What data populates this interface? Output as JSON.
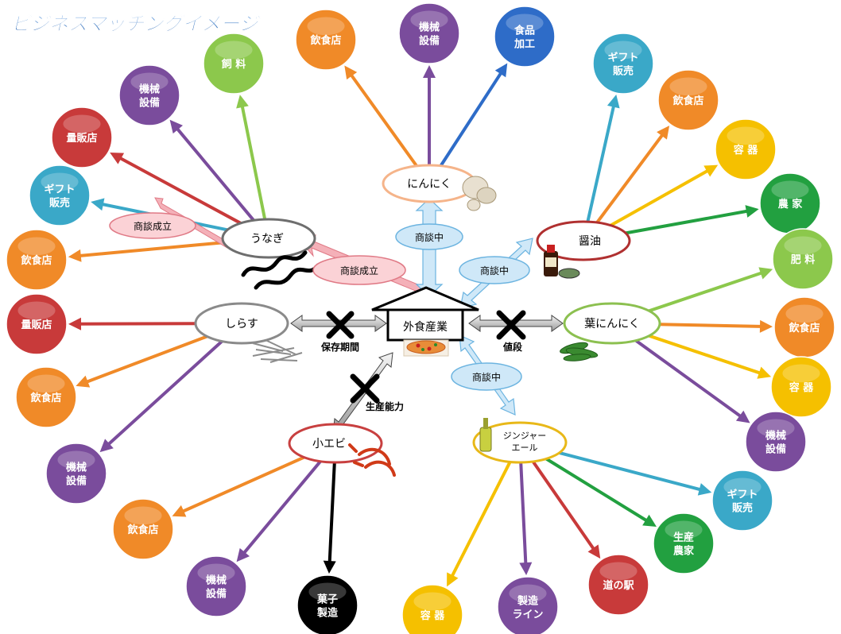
{
  "title": "ビジネスマッチングイメージ",
  "center": {
    "label": "外食産業"
  },
  "hubs": [
    {
      "id": "unagi",
      "label": "うなぎ",
      "color": "#6e6e6e"
    },
    {
      "id": "ninniku",
      "label": "にんにく",
      "color": "#f5b48a"
    },
    {
      "id": "shoyu",
      "label": "醤油",
      "color": "#b03030"
    },
    {
      "id": "shirasu",
      "label": "しらす",
      "color": "#8a8a8a"
    },
    {
      "id": "habaninniku",
      "label": "葉にんにく",
      "color": "#8cc050"
    },
    {
      "id": "koebi",
      "label": "小エビ",
      "color": "#c84040"
    },
    {
      "id": "ginger",
      "label": [
        "ジンジャー",
        "エール"
      ],
      "color": "#e8b818"
    }
  ],
  "outer_nodes": [
    {
      "id": "u1",
      "hub": "unagi",
      "label": [
        "飼 料"
      ],
      "color": "#8cc84c"
    },
    {
      "id": "u2",
      "hub": "unagi",
      "label": [
        "機械",
        "設備"
      ],
      "color": "#7a4c9c"
    },
    {
      "id": "u3",
      "hub": "unagi",
      "label": [
        "量販店"
      ],
      "color": "#c83a3a"
    },
    {
      "id": "u4",
      "hub": "unagi",
      "label": [
        "ギフト",
        "販売"
      ],
      "color": "#3aa8c8"
    },
    {
      "id": "u5",
      "hub": "unagi",
      "label": [
        "飲食店"
      ],
      "color": "#f08a28"
    },
    {
      "id": "n1",
      "hub": "ninniku",
      "label": [
        "飲食店"
      ],
      "color": "#f08a28"
    },
    {
      "id": "n2",
      "hub": "ninniku",
      "label": [
        "機械",
        "設備"
      ],
      "color": "#7a4c9c"
    },
    {
      "id": "n3",
      "hub": "ninniku",
      "label": [
        "食品",
        "加工"
      ],
      "color": "#2e6cc8"
    },
    {
      "id": "s1",
      "hub": "shoyu",
      "label": [
        "ギフト",
        "販売"
      ],
      "color": "#3aa8c8"
    },
    {
      "id": "s2",
      "hub": "shoyu",
      "label": [
        "飲食店"
      ],
      "color": "#f08a28"
    },
    {
      "id": "s3",
      "hub": "shoyu",
      "label": [
        "容 器"
      ],
      "color": "#f5c000"
    },
    {
      "id": "s4",
      "hub": "shoyu",
      "label": [
        "農 家"
      ],
      "color": "#22a040"
    },
    {
      "id": "h1",
      "hub": "habaninniku",
      "label": [
        "肥 料"
      ],
      "color": "#8cc84c"
    },
    {
      "id": "h2",
      "hub": "habaninniku",
      "label": [
        "飲食店"
      ],
      "color": "#f08a28"
    },
    {
      "id": "h3",
      "hub": "habaninniku",
      "label": [
        "容 器"
      ],
      "color": "#f5c000"
    },
    {
      "id": "h4",
      "hub": "habaninniku",
      "label": [
        "機械",
        "設備"
      ],
      "color": "#7a4c9c"
    },
    {
      "id": "r1",
      "hub": "shirasu",
      "label": [
        "量販店"
      ],
      "color": "#c83a3a"
    },
    {
      "id": "r2",
      "hub": "shirasu",
      "label": [
        "飲食店"
      ],
      "color": "#f08a28"
    },
    {
      "id": "r3",
      "hub": "shirasu",
      "label": [
        "機械",
        "設備"
      ],
      "color": "#7a4c9c"
    },
    {
      "id": "k1",
      "hub": "koebi",
      "label": [
        "飲食店"
      ],
      "color": "#f08a28"
    },
    {
      "id": "k2",
      "hub": "koebi",
      "label": [
        "機械",
        "設備"
      ],
      "color": "#7a4c9c"
    },
    {
      "id": "k3",
      "hub": "koebi",
      "label": [
        "菓子",
        "製造"
      ],
      "color": "#000000"
    },
    {
      "id": "g1",
      "hub": "ginger",
      "label": [
        "ギフト",
        "販売"
      ],
      "color": "#3aa8c8"
    },
    {
      "id": "g2",
      "hub": "ginger",
      "label": [
        "生産",
        "農家"
      ],
      "color": "#22a040"
    },
    {
      "id": "g3",
      "hub": "ginger",
      "label": [
        "道の駅"
      ],
      "color": "#c83a3a"
    },
    {
      "id": "g4",
      "hub": "ginger",
      "label": [
        "製造",
        "ライン"
      ],
      "color": "#7a4c9c"
    },
    {
      "id": "g5",
      "hub": "ginger",
      "label": [
        "容 器"
      ],
      "color": "#f5c000"
    }
  ],
  "badges": [
    {
      "id": "b1",
      "label": "商談成立",
      "kind": "pink"
    },
    {
      "id": "b2",
      "label": "商談成立",
      "kind": "pink"
    },
    {
      "id": "b3",
      "label": "商談中",
      "kind": "blue"
    },
    {
      "id": "b4",
      "label": "商談中",
      "kind": "blue"
    },
    {
      "id": "b5",
      "label": "商談中",
      "kind": "blue"
    }
  ],
  "blocked_labels": [
    {
      "id": "x1",
      "label": "保存期間"
    },
    {
      "id": "x2",
      "label": "値段"
    },
    {
      "id": "x3",
      "label": "生産能力"
    }
  ]
}
